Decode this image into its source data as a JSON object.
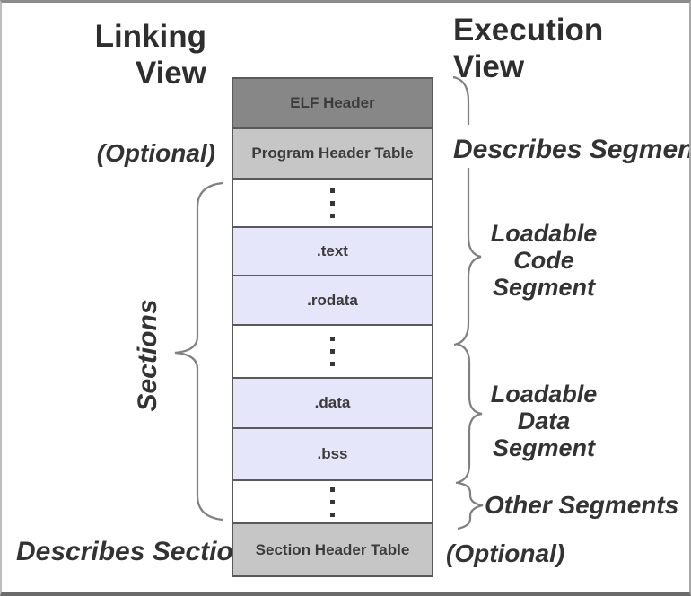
{
  "left_column": {
    "title_line1": "Linking",
    "title_line2": "View",
    "optional_label": "(Optional)",
    "sections_label": "Sections",
    "describes_label": "Describes Sections"
  },
  "right_column": {
    "title_line1": "Execution",
    "title_line2": "View",
    "describes_label": "Describes Segments",
    "code_segment_line1": "Loadable",
    "code_segment_line2": "Code",
    "code_segment_line3": "Segment",
    "data_segment_line1": "Loadable",
    "data_segment_line2": "Data",
    "data_segment_line3": "Segment",
    "other_segments_label": "Other Segments",
    "optional_label": "(Optional)"
  },
  "stack": {
    "rows": [
      {
        "label": "ELF Header",
        "type": "elf-header"
      },
      {
        "label": "Program Header Table",
        "type": "header-table"
      },
      {
        "label": "",
        "type": "ellipsis"
      },
      {
        "label": ".text",
        "type": "section"
      },
      {
        "label": ".rodata",
        "type": "section"
      },
      {
        "label": "",
        "type": "ellipsis"
      },
      {
        "label": ".data",
        "type": "section"
      },
      {
        "label": ".bss",
        "type": "section"
      },
      {
        "label": "",
        "type": "ellipsis"
      },
      {
        "label": "Section Header Table",
        "type": "header-table"
      }
    ]
  },
  "colors": {
    "elf_header_bg": "#878787",
    "header_table_bg": "#c6c6c6",
    "section_bg": "#e6e6fa",
    "box_border": "#595959",
    "brace_stroke": "#808080",
    "text": "#333333"
  }
}
